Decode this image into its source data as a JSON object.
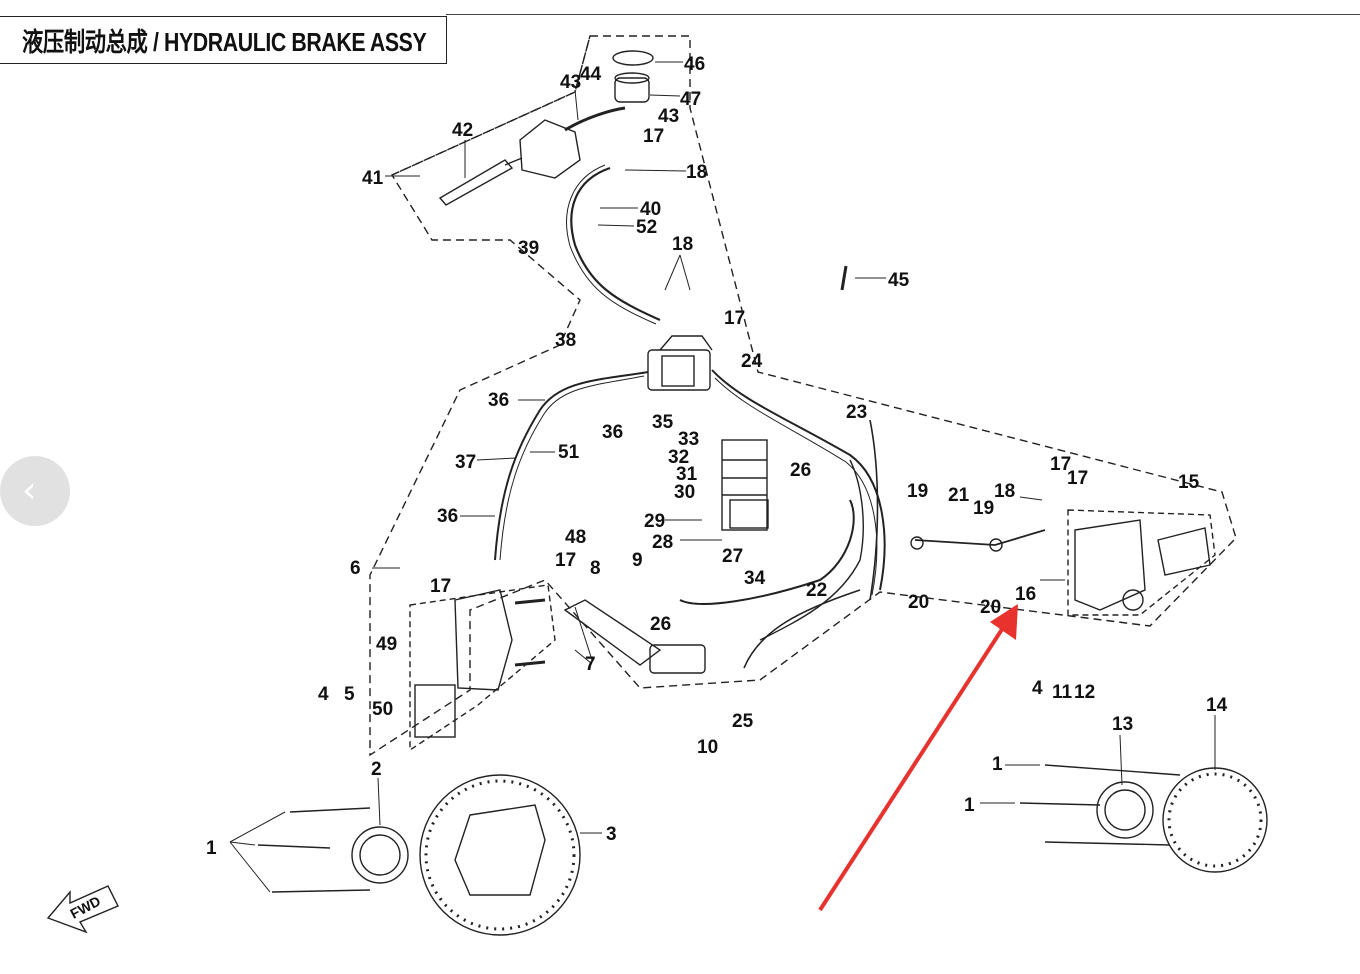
{
  "title": "液压制动总成 / HYDRAULIC BRAKE ASSY",
  "nav": {
    "prev_glyph": "‹"
  },
  "fwd_label": "FWD",
  "callouts": {
    "c46": "46",
    "c47": "47",
    "c44": "44",
    "c43a": "43",
    "c43b": "43",
    "c42": "42",
    "c41": "41",
    "c17a": "17",
    "c18a": "18",
    "c40": "40",
    "c52": "52",
    "c39": "39",
    "c18b": "18",
    "c17b": "17",
    "c45": "45",
    "c38": "38",
    "c24": "24",
    "c36a": "36",
    "c36b": "36",
    "c35": "35",
    "c23": "23",
    "c33": "33",
    "c32": "32",
    "c31": "31",
    "c30": "30",
    "c51": "51",
    "c37": "37",
    "c26a": "26",
    "c29": "29",
    "c28": "28",
    "c36c": "36",
    "c48": "48",
    "c17c": "17",
    "c27": "27",
    "c34": "34",
    "c22": "22",
    "c9": "9",
    "c6": "6",
    "c17d": "17",
    "c8": "8",
    "c26b": "26",
    "c19a": "19",
    "c21": "21",
    "c18c": "18",
    "c19b": "19",
    "c17e": "17",
    "c17f": "17",
    "c15": "15",
    "c20a": "20",
    "c20b": "20",
    "c16": "16",
    "c49": "49",
    "c7": "7",
    "c4a": "4",
    "c5": "5",
    "c50": "50",
    "c25": "25",
    "c10": "10",
    "c4b": "4",
    "c11": "11",
    "c12": "12",
    "c13": "13",
    "c14": "14",
    "c2": "2",
    "c3": "3",
    "c1a": "1",
    "c1b": "1",
    "c1c": "1"
  },
  "colors": {
    "line": "#222222",
    "arrow": "#e8322e",
    "nav_bg": "#c8c8c8"
  }
}
